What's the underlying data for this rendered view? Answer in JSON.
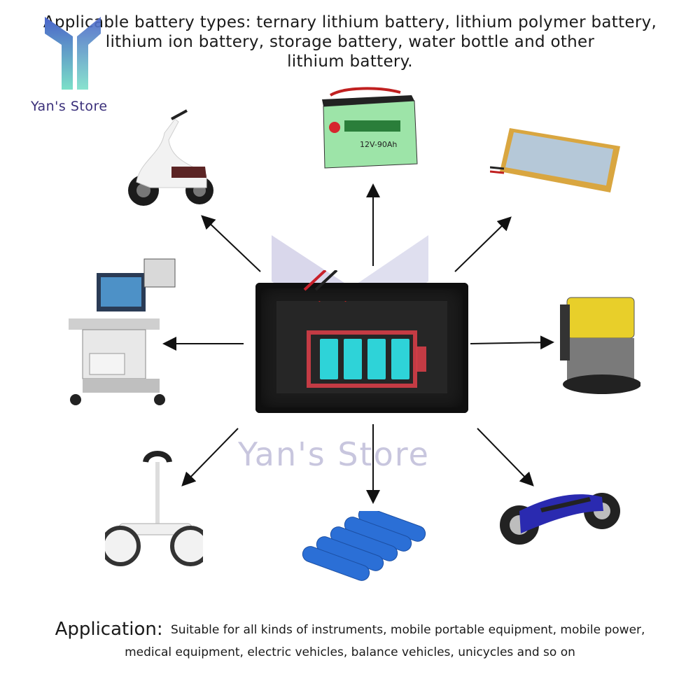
{
  "header": {
    "lines": [
      "Applicable battery types: ternary lithium battery, lithium polymer battery,",
      "lithium ion battery, storage battery, water bottle and other",
      "lithium battery."
    ]
  },
  "brand": {
    "logo_text": "Yan's Store",
    "watermark_text": "Yan's Store"
  },
  "center": {
    "device": "battery-level-display-icon",
    "bars_lit": 4,
    "bar_color": "#2ed3d8",
    "frame_color": "#e0404a"
  },
  "items": [
    {
      "name": "scooter",
      "icon": "scooter-icon"
    },
    {
      "name": "car-battery",
      "icon": "battery-icon",
      "label": "12V-90Ah"
    },
    {
      "name": "lipo-battery",
      "icon": "lipo-battery-icon"
    },
    {
      "name": "medical-cart",
      "icon": "medical-cart-icon"
    },
    {
      "name": "floor-scrubber",
      "icon": "floor-scrubber-icon"
    },
    {
      "name": "balance-scooter",
      "icon": "balance-scooter-icon"
    },
    {
      "name": "cylindrical-cells",
      "icon": "cylindrical-cells-icon"
    },
    {
      "name": "hoverboard",
      "icon": "hoverboard-icon"
    }
  ],
  "footer": {
    "label": "Application:",
    "line1": "Suitable for all kinds of instruments, mobile portable equipment, mobile power,",
    "line2": "medical equipment, electric vehicles, balance vehicles, unicycles and so on"
  }
}
